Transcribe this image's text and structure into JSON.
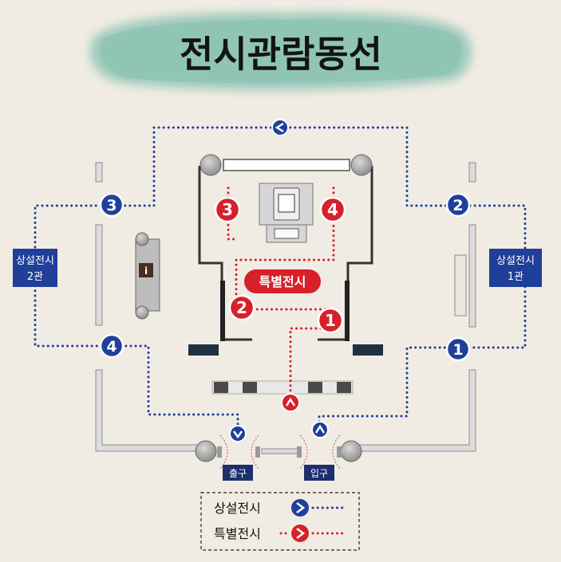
{
  "title": "전시관람동선",
  "halls": {
    "left": {
      "line1": "상설전시",
      "line2": "2관"
    },
    "right": {
      "line1": "상설전시",
      "line2": "1관"
    }
  },
  "special_zone_label": "특별전시",
  "info_icon": "i",
  "doors": {
    "exit": "출구",
    "entrance": "입구"
  },
  "permanent_route": [
    "1",
    "2",
    "3",
    "4"
  ],
  "special_route": [
    "1",
    "2",
    "3",
    "4"
  ],
  "legend": [
    {
      "label": "상설전시",
      "color": "#1f3f9a"
    },
    {
      "label": "특별전시",
      "color": "#d8202a"
    }
  ],
  "colors": {
    "blue": "#1f3f9a",
    "red": "#d8202a",
    "navy": "#1e2f6e",
    "title_bg": "#8fc4b5"
  }
}
